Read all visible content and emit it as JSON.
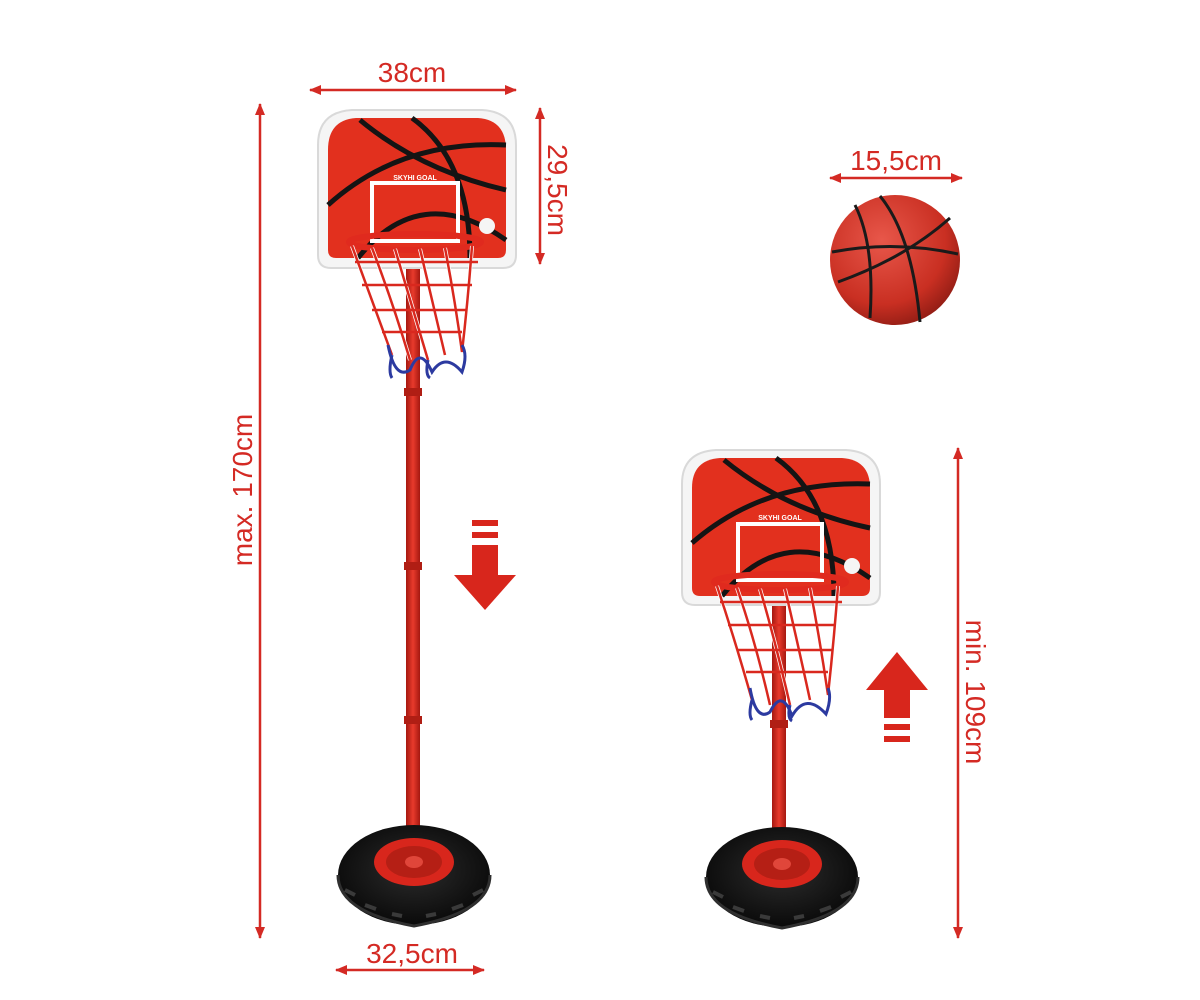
{
  "colors": {
    "dimension_line": "#d42a24",
    "board_red": "#e2301e",
    "board_frame": "#f5f5f5",
    "pole_red": "#d8261c",
    "tire_black": "#161616",
    "net_red": "#d9281e",
    "net_blue": "#2c3aa0",
    "ball_red": "#d23a2a",
    "arrow_red": "#d8261c"
  },
  "dimensions": {
    "board_width": "38cm",
    "board_height": "29,5cm",
    "max_height": "max. 170cm",
    "min_height": "min. 109cm",
    "base_width": "32,5cm",
    "ball_diameter": "15,5cm"
  },
  "product": {
    "board_label": "SKYHI GOAL",
    "icons": {
      "down_arrow": "arrow-down-icon",
      "up_arrow": "arrow-up-icon"
    }
  }
}
